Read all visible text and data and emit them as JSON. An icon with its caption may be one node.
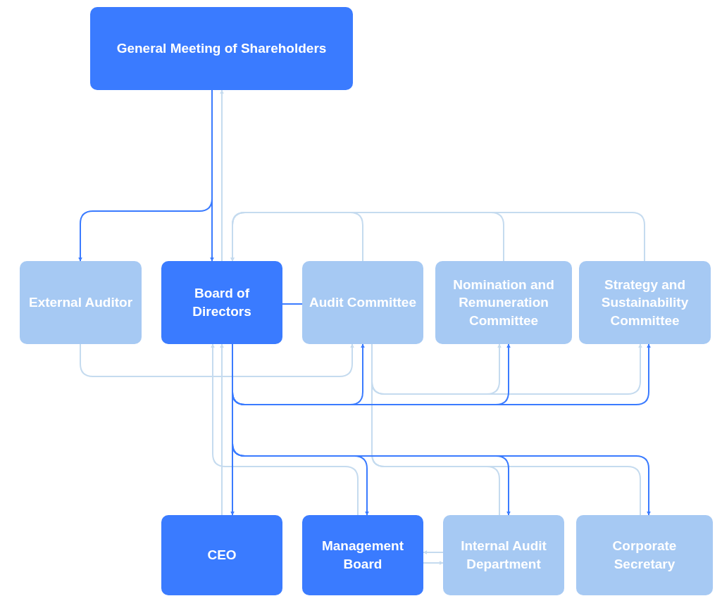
{
  "diagram": {
    "nodes": [
      {
        "text": [
          "General Meeting of Shareholders"
        ]
      },
      {
        "text": [
          "External Auditor"
        ]
      },
      {
        "text": [
          "Board of Directors"
        ]
      },
      {
        "text": [
          "Audit Committee"
        ]
      },
      {
        "text": [
          "Nomination and Remuneration Committee"
        ]
      },
      {
        "text": [
          "Strategy and Sustainability Committee"
        ]
      },
      {
        "text": [
          "CEO"
        ]
      },
      {
        "text": [
          "Management Board"
        ]
      },
      {
        "text": [
          "Internal Audit Department"
        ]
      },
      {
        "text": [
          "Corporate Secretary"
        ]
      }
    ],
    "edges": [
      {
        "from": 0,
        "to": 1,
        "arrow": "to",
        "color": "#3a7bff"
      },
      {
        "from": 0,
        "to": 2,
        "arrow": "to",
        "color": "#3a7bff"
      },
      {
        "from": 2,
        "to": 0,
        "arrow": "to"
      },
      {
        "from": 3,
        "to": 2,
        "arrow": "to"
      },
      {
        "from": 4,
        "to": 2,
        "arrow": "to"
      },
      {
        "from": 5,
        "to": 2,
        "arrow": "to"
      },
      {
        "from": 2,
        "to": 3,
        "arrow": "none",
        "color": "#3a7bff"
      },
      {
        "from": 1,
        "to": 3,
        "arrow": "to"
      },
      {
        "from": 2,
        "to": 3,
        "arrow": "to",
        "color": "#3a7bff"
      },
      {
        "from": 2,
        "to": 4,
        "arrow": "to",
        "color": "#3a7bff"
      },
      {
        "from": 2,
        "to": 5,
        "arrow": "to",
        "color": "#3a7bff"
      },
      {
        "from": 3,
        "to": 4,
        "arrow": "to"
      },
      {
        "from": 3,
        "to": 5,
        "arrow": "to"
      },
      {
        "from": 2,
        "to": 6,
        "arrow": "to",
        "color": "#3a7bff"
      },
      {
        "from": 2,
        "to": 7,
        "arrow": "to",
        "color": "#3a7bff"
      },
      {
        "from": 2,
        "to": 8,
        "arrow": "to",
        "color": "#3a7bff"
      },
      {
        "from": 2,
        "to": 9,
        "arrow": "to",
        "color": "#3a7bff"
      },
      {
        "from": 6,
        "to": 2,
        "arrow": "to"
      },
      {
        "from": 7,
        "to": 2,
        "arrow": "to"
      },
      {
        "from": 8,
        "to": 3,
        "arrow": "none"
      },
      {
        "from": 9,
        "to": 3,
        "arrow": "none"
      },
      {
        "from": 8,
        "to": 7,
        "arrow": "to"
      },
      {
        "from": 7,
        "to": 8,
        "arrow": "to"
      }
    ]
  }
}
